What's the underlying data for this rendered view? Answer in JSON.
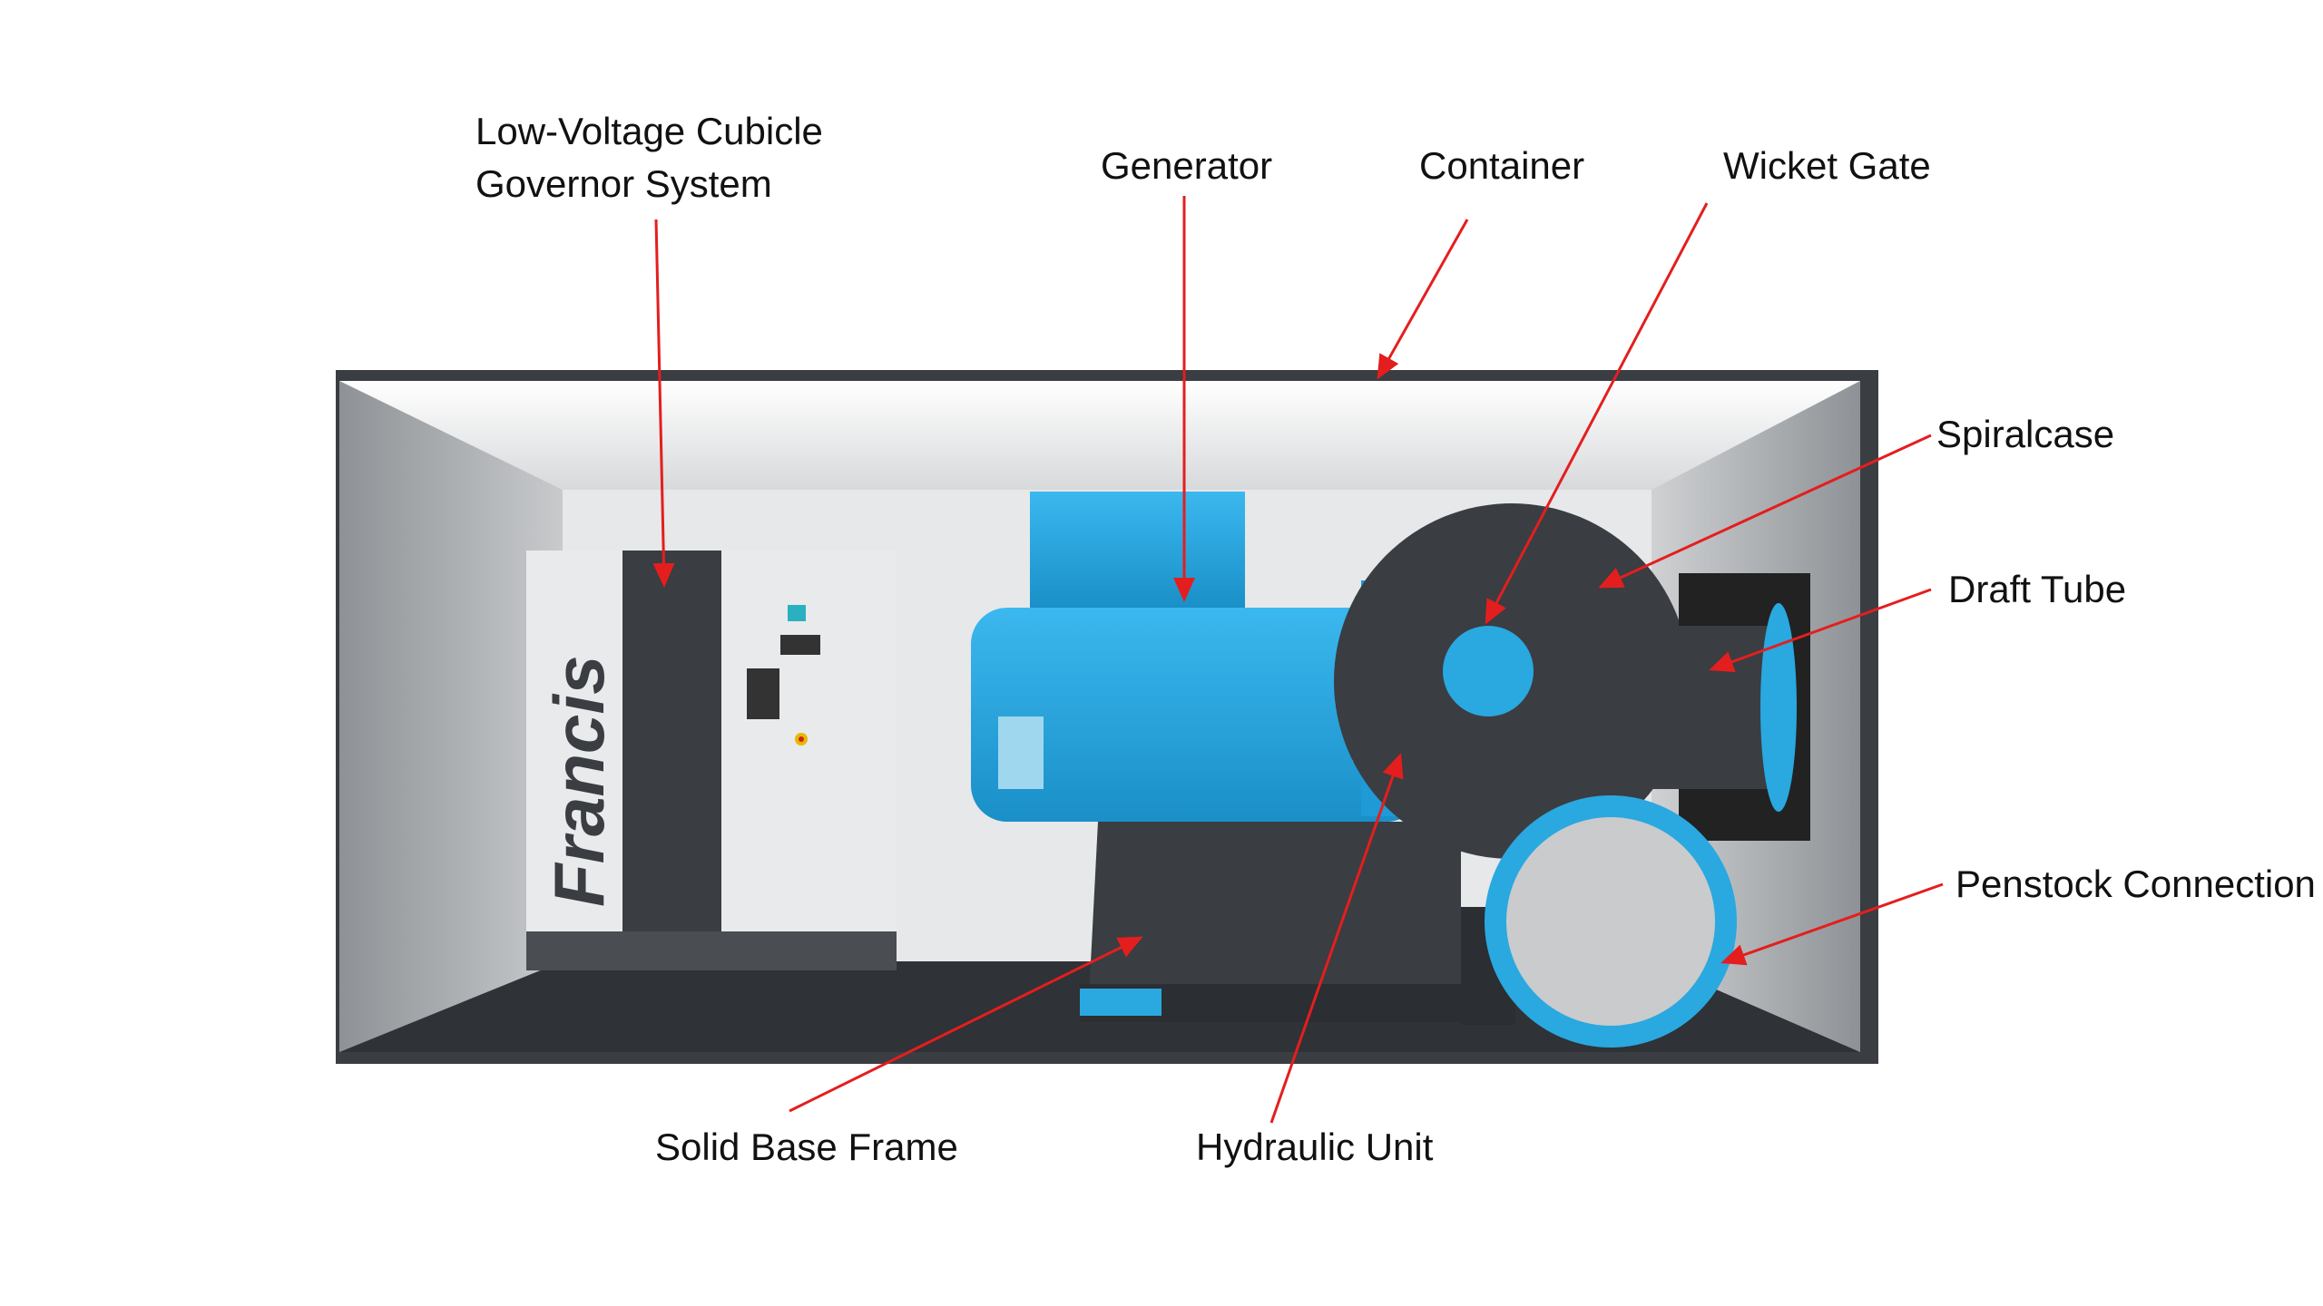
{
  "labels": {
    "cubicle_line1": "Low-Voltage Cubicle",
    "cubicle_line2": "Governor System",
    "generator": "Generator",
    "container": "Container",
    "wicket_gate": "Wicket Gate",
    "spiralcase": "Spiralcase",
    "draft_tube": "Draft Tube",
    "penstock": "Penstock Connection",
    "base_frame": "Solid Base Frame",
    "hydraulic_unit": "Hydraulic Unit"
  },
  "cabinet_brand": "Francis",
  "colors": {
    "arrow": "#e41e1e",
    "machine_blue": "#2aa8e0",
    "steel_dark": "#3a3d42"
  }
}
